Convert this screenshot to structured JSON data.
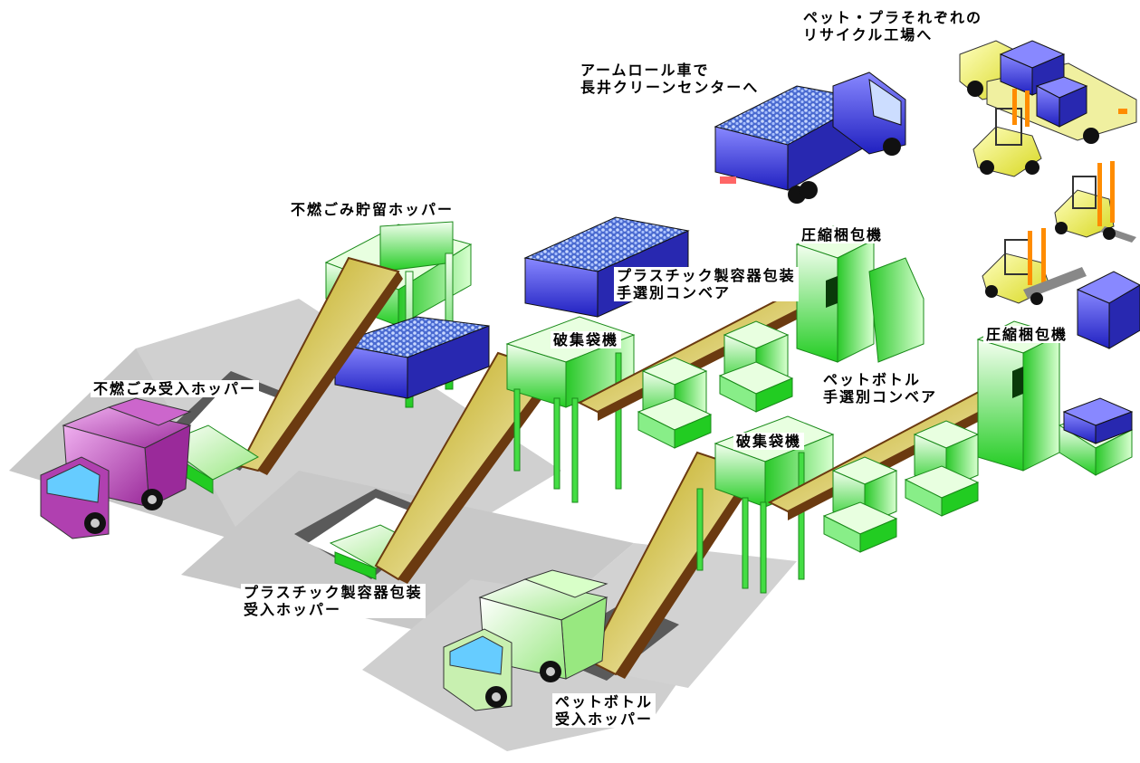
{
  "labels": {
    "recycle_factory": [
      "ペット・プラそれぞれの",
      "リサイクル工場へ"
    ],
    "armroll_truck": [
      "アームロール車で",
      "長井クリーンセンターへ"
    ],
    "incombustible_storage_hopper": "不燃ごみ貯留ホッパー",
    "incombustible_receiving_hopper": "不燃ごみ受入ホッパー",
    "compression_baler_1": "圧縮梱包機",
    "compression_baler_2": "圧縮梱包機",
    "plastic_sorting_conveyor": [
      "プラスチック製容器包装",
      "手選別コンベア"
    ],
    "bag_breaker_1": "破集袋機",
    "bag_breaker_2": "破集袋機",
    "pet_sorting_conveyor": [
      "ペットボトル",
      "手選別コンベア"
    ],
    "plastic_receiving_hopper": [
      "プラスチック製容器包装",
      "受入ホッパー"
    ],
    "pet_receiving_hopper": [
      "ペットボトル",
      "受入ホッパー"
    ]
  },
  "colors": {
    "floor": "#c8c8c8",
    "pit": "#5a5a5a",
    "green_light": "#e8fbe0",
    "green_dark": "#22cc22",
    "conveyor_belt": "#e6d86a",
    "conveyor_rail": "#6b3a10",
    "blue_container": "#2a2acc",
    "purple_truck": "#aa33aa",
    "lightgreen_truck": "#b8f0a0",
    "forklift_yellow": "#f0f060",
    "orange_fork": "#ff8c00"
  },
  "icons": [
    "garbage-truck-icon",
    "dump-truck-icon",
    "forklift-icon",
    "flatbed-truck-icon",
    "bale-stack-icon"
  ]
}
